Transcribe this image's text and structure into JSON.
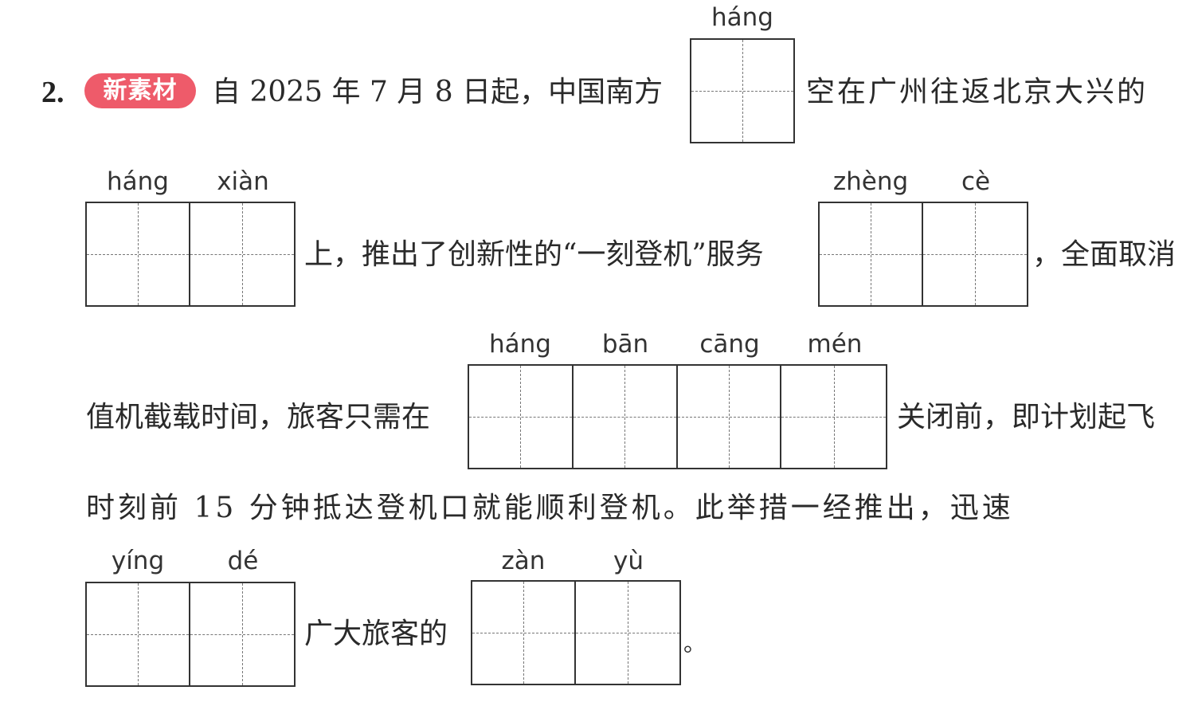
{
  "question": {
    "number": "2.",
    "badge": "新素材"
  },
  "text": {
    "line1a": "自 2025 年 7 月 8 日起，中国南方",
    "line1b": "空在广州往返北京大兴的",
    "line2a": "上，推出了创新性的“一刻登机”服务",
    "line2b": "，全面取消",
    "line3a": "值机截载时间，旅客只需在",
    "line3b": "关闭前，即计划起飞",
    "line4": "时刻前 15 分钟抵达登机口就能顺利登机。此举措一经推出，迅速",
    "line5a": "广大旅客的",
    "line5b": "。"
  },
  "blanks": {
    "b1": [
      "háng"
    ],
    "b2": [
      "háng",
      "xiàn"
    ],
    "b3": [
      "zhèng",
      "cè"
    ],
    "b4": [
      "háng",
      "bān",
      "cāng",
      "mén"
    ],
    "b5": [
      "yíng",
      "dé"
    ],
    "b6": [
      "zàn",
      "yù"
    ]
  }
}
